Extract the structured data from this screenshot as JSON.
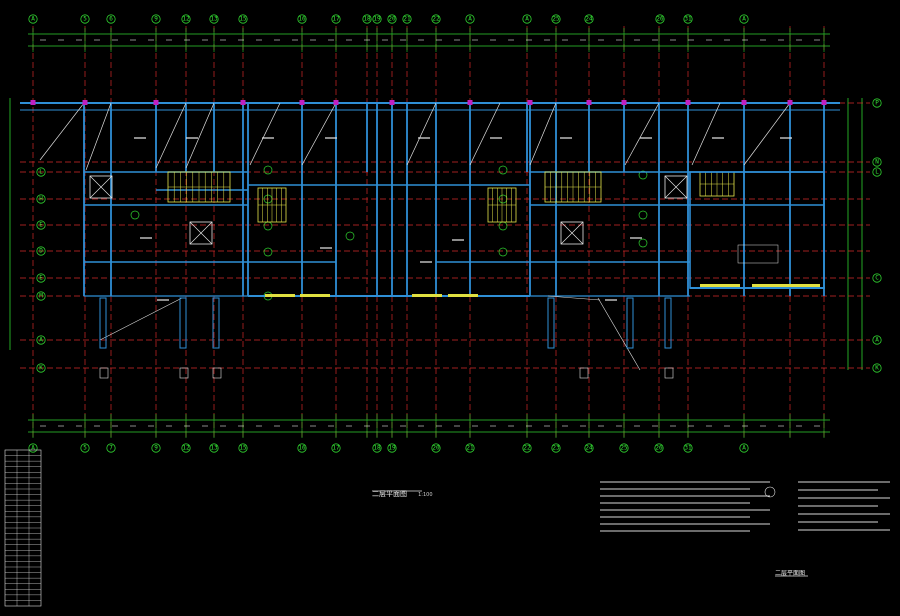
{
  "colors": {
    "background": "#000000",
    "grid_line": "#d42a2a",
    "dim_line": "#2fd12f",
    "wall": "#2f8fd6",
    "window": "#e0e040",
    "stair": "#e6e64a",
    "column": "#c020c0",
    "text": "#e8e8e8"
  },
  "grid_top": [
    "A",
    "5",
    "6",
    "9",
    "12",
    "13",
    "15",
    "16",
    "17",
    "18",
    "19",
    "20",
    "21",
    "22",
    "A",
    "A",
    "25",
    "24",
    "26",
    "31",
    "A"
  ],
  "grid_bottom": [
    "A",
    "5",
    "7",
    "9",
    "12",
    "13",
    "15",
    "16",
    "17",
    "18",
    "19",
    "20",
    "21",
    "22",
    "23",
    "24",
    "25",
    "26",
    "31",
    "A"
  ],
  "grid_left": [
    "L",
    "H",
    "E",
    "D",
    "E",
    "M",
    "A",
    "K"
  ],
  "grid_right": [
    "P",
    "N",
    "L",
    "C",
    "A",
    "K"
  ],
  "drawing_title": "二层平面图",
  "drawing_scale": "1:100",
  "sheet_title": "二层平面图",
  "legend_rows": 28
}
